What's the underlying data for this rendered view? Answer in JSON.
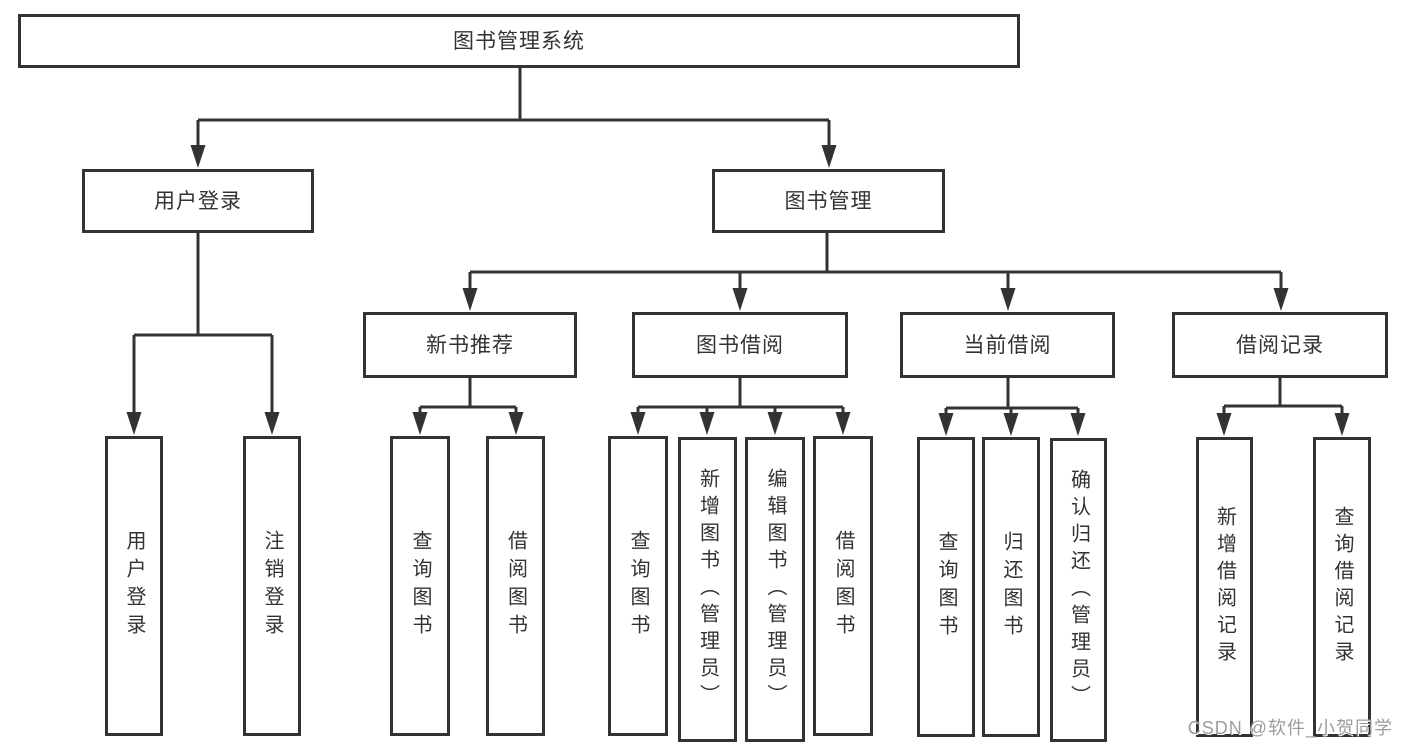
{
  "tree": {
    "root": {
      "label": "图书管理系统"
    },
    "branches": [
      {
        "label": "用户登录",
        "children": [
          {
            "label": "用户登录"
          },
          {
            "label": "注销登录"
          }
        ]
      },
      {
        "label": "图书管理",
        "children": [
          {
            "label": "新书推荐",
            "children": [
              {
                "label": "查询图书"
              },
              {
                "label": "借阅图书"
              }
            ]
          },
          {
            "label": "图书借阅",
            "children": [
              {
                "label": "查询图书"
              },
              {
                "label": "新增图书（管理员）"
              },
              {
                "label": "编辑图书（管理员）"
              },
              {
                "label": "借阅图书"
              }
            ]
          },
          {
            "label": "当前借阅",
            "children": [
              {
                "label": "查询图书"
              },
              {
                "label": "归还图书"
              },
              {
                "label": "确认归还（管理员）"
              }
            ]
          },
          {
            "label": "借阅记录",
            "children": [
              {
                "label": "新增借阅记录"
              },
              {
                "label": "查询借阅记录"
              }
            ]
          }
        ]
      }
    ]
  },
  "watermark": {
    "text": "CSDN @软件_小贺同学"
  },
  "colors": {
    "line": "#333333",
    "box_border": "#333333",
    "text": "#333333",
    "background": "#ffffff",
    "watermark": "#9c9c9c"
  }
}
